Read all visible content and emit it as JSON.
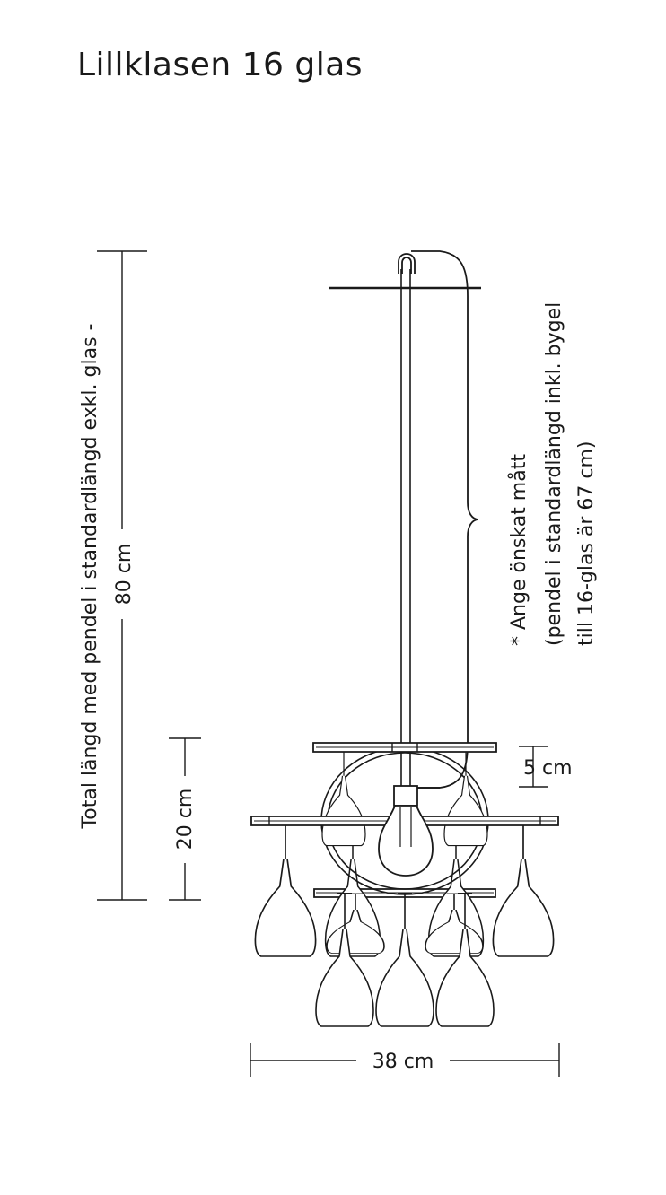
{
  "title": "Lillklasen 16 glas",
  "dimensions": {
    "total_length": {
      "line1": "Total längd med pendel i standardlängd exkl. glas -",
      "line2": "80 cm"
    },
    "height_20": "20 cm",
    "height_5": "5 cm",
    "width": "38 cm"
  },
  "note": {
    "line1": "* Ange önskat mått",
    "line2": "(pendel i standardlängd inkl. bygel",
    "line3": "till 16-glas är 67 cm)"
  },
  "colors": {
    "line": "#1a1a1a",
    "background": "#ffffff"
  }
}
